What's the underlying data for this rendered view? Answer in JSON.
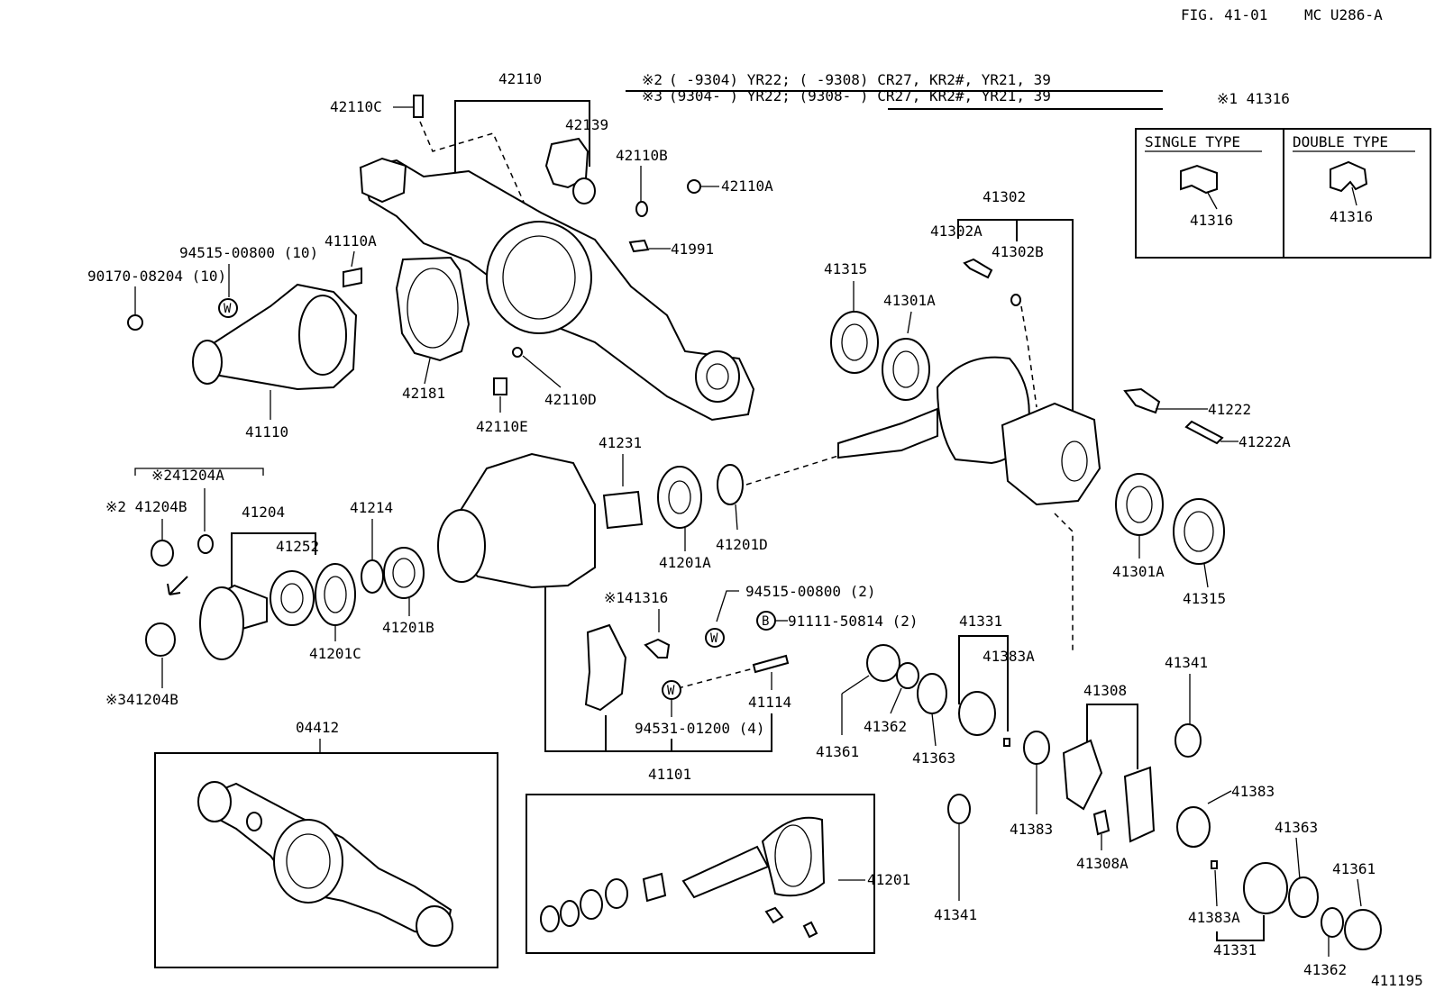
{
  "header": {
    "figure": "FIG. 41-01",
    "model": "MC U286-A"
  },
  "notes": {
    "note2_mark": "※2",
    "note2_text": "(      -9304) YR22; (      -9308) CR27, KR2#, YR21, 39",
    "note3_mark": "※3",
    "note3_text": "(9304-      ) YR22; (9308-      ) CR27, KR2#, YR21, 39"
  },
  "type_box": {
    "title": "※1 41316",
    "single_label": "SINGLE TYPE",
    "double_label": "DOUBLE TYPE",
    "single_part": "41316",
    "double_part": "41316"
  },
  "washer_symbol": "W",
  "bolt_symbol": "B",
  "labels": {
    "p42110": "42110",
    "p42110C": "42110C",
    "p42139": "42139",
    "p42110B": "42110B",
    "p42110A": "42110A",
    "p41991": "41991",
    "p94515a": "94515-00800 (10)",
    "p90170": "90170-08204 (10)",
    "p41110A": "41110A",
    "p41110": "41110",
    "p42181": "42181",
    "p42110D": "42110D",
    "p42110E": "42110E",
    "p41302": "41302",
    "p41302A": "41302A",
    "p41302B": "41302B",
    "p41315a": "41315",
    "p41301Aa": "41301A",
    "p41222": "41222",
    "p41222A": "41222A",
    "p41301Ab": "41301A",
    "p41315b": "41315",
    "p41204A": "※241204A",
    "p41204B2": "※2 41204B",
    "p41204": "41204",
    "p41252": "41252",
    "p41214": "41214",
    "p41231": "41231",
    "p41201Ca": "41201C",
    "p41201B": "41201B",
    "p41201A": "41201A",
    "p41201D": "41201D",
    "p41204B3": "※341204B",
    "p41316": "※141316",
    "p94515b": "94515-00800 (2)",
    "p91111": "91111-50814 (2)",
    "p41114": "41114",
    "p94531": "94531-01200 (4)",
    "p41101": "41101",
    "p41331a": "41331",
    "p41383Aa": "41383A",
    "p41361a": "41361",
    "p41362a": "41362",
    "p41363a": "41363",
    "p41383a": "41383",
    "p41308": "41308",
    "p41341a": "41341",
    "p41383b": "41383",
    "p41308A": "41308A",
    "p41341b": "41341",
    "p41363b": "41363",
    "p41361b": "41361",
    "p41383Ab": "41383A",
    "p41331b": "41331",
    "p41362b": "41362",
    "p04412": "04412",
    "p41201": "41201",
    "catalog": "411195"
  }
}
